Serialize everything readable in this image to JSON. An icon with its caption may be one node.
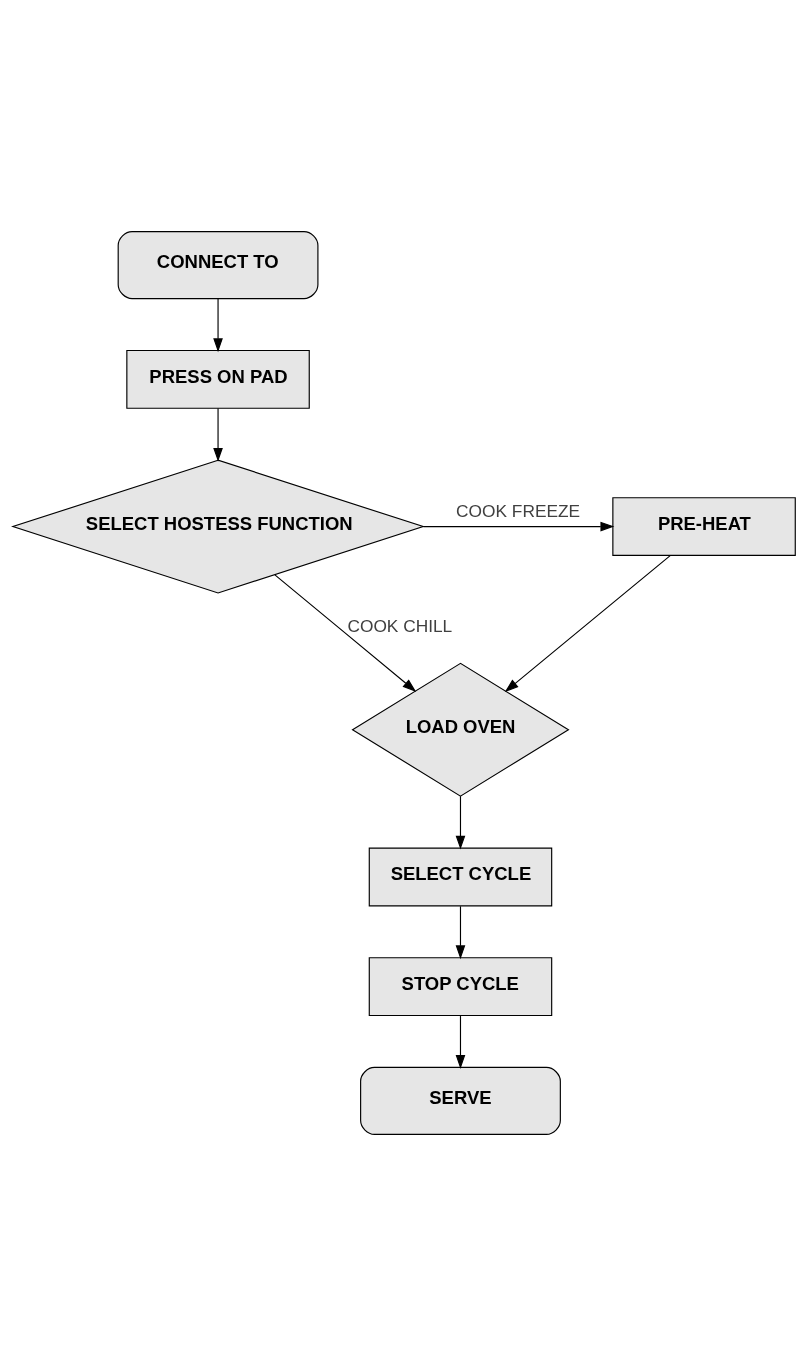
{
  "diagram": {
    "nodes": [
      {
        "text": [
          "CONNECT TO"
        ]
      },
      {
        "text": [
          "PRESS ON PAD"
        ]
      },
      {
        "text": [
          "SELECT HOSTESS FUNCTION"
        ]
      },
      {
        "text": [
          "PRE-HEAT"
        ]
      },
      {
        "text": [
          "LOAD OVEN"
        ]
      },
      {
        "text": [
          "SELECT CYCLE"
        ]
      },
      {
        "text": [
          "STOP CYCLE"
        ]
      },
      {
        "text": [
          "SERVE"
        ]
      }
    ],
    "edges": [
      {
        "from": 0,
        "to": 1,
        "arrow": "to"
      },
      {
        "from": 1,
        "to": 2,
        "arrow": "to"
      },
      {
        "from": 2,
        "to": 3,
        "arrow": "to",
        "label": "COOK FREEZE"
      },
      {
        "from": 2,
        "to": 4,
        "arrow": "to",
        "label": "COOK CHILL"
      },
      {
        "from": 3,
        "to": 4,
        "arrow": "to"
      },
      {
        "from": 4,
        "to": 5,
        "arrow": "to"
      },
      {
        "from": 5,
        "to": 6,
        "arrow": "to"
      },
      {
        "from": 6,
        "to": 7,
        "arrow": "to"
      }
    ]
  }
}
